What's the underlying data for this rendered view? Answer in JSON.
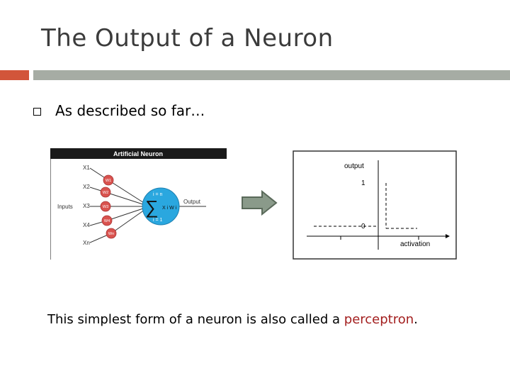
{
  "slide": {
    "title": "The Output of a Neuron",
    "bullet": "As described so far…",
    "caption_before": "This simplest form of a neuron is also called a ",
    "caption_highlight": "perceptron",
    "caption_after": "."
  },
  "neuron_diagram": {
    "header": "Artificial Neuron",
    "inputs_label": "Inputs",
    "output_label": "Output",
    "input_labels": [
      "X1",
      "X2",
      "X3",
      "X4",
      "Xn"
    ],
    "weight_labels": [
      "W1",
      "W2",
      "W3",
      "W4",
      "Wn"
    ],
    "sum_top": "i = n",
    "sum_bottom": "i = 1",
    "sum_symbol": "∑",
    "sum_term": "X i W i"
  },
  "step_graph": {
    "y_label": "output",
    "x_label": "activation",
    "y_high": "1",
    "y_low": "0"
  },
  "colors": {
    "accent_bar": "#d2553a",
    "gray_bar": "#a6aca4",
    "highlight": "#a31f1f",
    "neuron_body": "#2aa7df",
    "weight_nodes": "#d9534f",
    "arrow": "#8a9a8a"
  }
}
